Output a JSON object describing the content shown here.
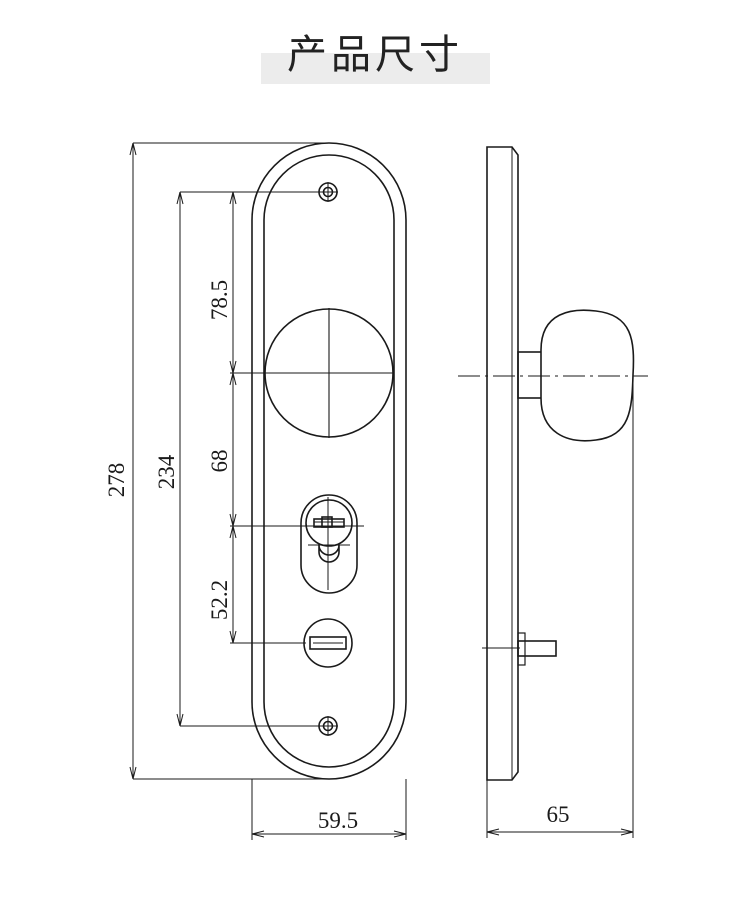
{
  "title": "产品尺寸",
  "dimensions": {
    "overall_height": "278",
    "screw_spacing": "234",
    "screw_to_knob": "78.5",
    "knob_to_cylinder": "68",
    "cylinder_to_thumbturn": "52.2",
    "plate_width": "59.5",
    "projection_depth": "65"
  },
  "colors": {
    "line": "#1a1a1a",
    "title_band": "#ececec"
  }
}
